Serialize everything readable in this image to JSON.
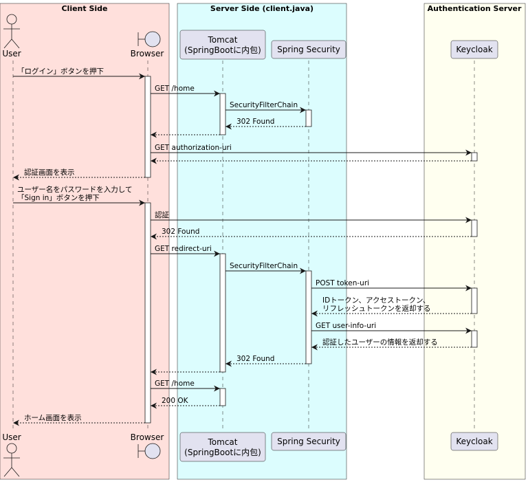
{
  "colors": {
    "client_bg": "#ffe0dc",
    "server_bg": "#dcfdfe",
    "auth_bg": "#fffff0",
    "participant_fill": "#e2e2f0",
    "line": "#181818"
  },
  "boxes": [
    {
      "id": "client",
      "title": "Client Side"
    },
    {
      "id": "server",
      "title": "Server Side (client.java)"
    },
    {
      "id": "auth",
      "title": "Authentication Server"
    }
  ],
  "participants": [
    {
      "id": "user",
      "label": "User",
      "kind": "actor"
    },
    {
      "id": "browser",
      "label": "Browser",
      "kind": "boundary"
    },
    {
      "id": "tomcat",
      "label_lines": [
        "Tomcat",
        "(SpringBootに内包)"
      ],
      "kind": "participant"
    },
    {
      "id": "security",
      "label": "Spring Security",
      "kind": "participant"
    },
    {
      "id": "keycloak",
      "label": "Keycloak",
      "kind": "participant"
    }
  ],
  "messages": [
    {
      "from": "user",
      "to": "browser",
      "lines": [
        "「ログイン」ボタンを押下"
      ],
      "dashed": false
    },
    {
      "from": "browser",
      "to": "tomcat",
      "lines": [
        "GET /home"
      ],
      "dashed": false
    },
    {
      "from": "tomcat",
      "to": "security",
      "lines": [
        "SecurityFilterChain"
      ],
      "dashed": false
    },
    {
      "from": "security",
      "to": "tomcat",
      "lines": [
        "302 Found"
      ],
      "dashed": true
    },
    {
      "from": "tomcat",
      "to": "browser",
      "lines": [
        ""
      ],
      "dashed": true
    },
    {
      "from": "browser",
      "to": "keycloak",
      "lines": [
        "GET  authorization-uri"
      ],
      "dashed": false
    },
    {
      "from": "keycloak",
      "to": "browser",
      "lines": [
        ""
      ],
      "dashed": true
    },
    {
      "from": "browser",
      "to": "user",
      "lines": [
        "認証画面を表示"
      ],
      "dashed": true
    },
    {
      "from": "user",
      "to": "browser",
      "lines": [
        "ユーザー名をパスワードを入力して",
        "「Sign in」ボタンを押下"
      ],
      "dashed": false
    },
    {
      "from": "browser",
      "to": "keycloak",
      "lines": [
        "認証"
      ],
      "dashed": false
    },
    {
      "from": "keycloak",
      "to": "browser",
      "lines": [
        "302 Found"
      ],
      "dashed": true
    },
    {
      "from": "browser",
      "to": "tomcat",
      "lines": [
        "GET redirect-uri"
      ],
      "dashed": false
    },
    {
      "from": "tomcat",
      "to": "security",
      "lines": [
        "SecurityFilterChain"
      ],
      "dashed": false
    },
    {
      "from": "security",
      "to": "keycloak",
      "lines": [
        "POST token-uri"
      ],
      "dashed": false
    },
    {
      "from": "keycloak",
      "to": "security",
      "lines": [
        "IDトークン、アクセストークン、",
        "リフレッシュトークンを返却する"
      ],
      "dashed": true
    },
    {
      "from": "security",
      "to": "keycloak",
      "lines": [
        "GET user-info-uri"
      ],
      "dashed": false
    },
    {
      "from": "keycloak",
      "to": "security",
      "lines": [
        "認証したユーザーの情報を返却する"
      ],
      "dashed": true
    },
    {
      "from": "security",
      "to": "tomcat",
      "lines": [
        "302 Found"
      ],
      "dashed": true
    },
    {
      "from": "tomcat",
      "to": "browser",
      "lines": [
        ""
      ],
      "dashed": true
    },
    {
      "from": "browser",
      "to": "tomcat",
      "lines": [
        "GET /home"
      ],
      "dashed": false
    },
    {
      "from": "tomcat",
      "to": "browser",
      "lines": [
        "200 OK"
      ],
      "dashed": true
    },
    {
      "from": "browser",
      "to": "user",
      "lines": [
        "ホーム画面を表示"
      ],
      "dashed": true
    }
  ]
}
